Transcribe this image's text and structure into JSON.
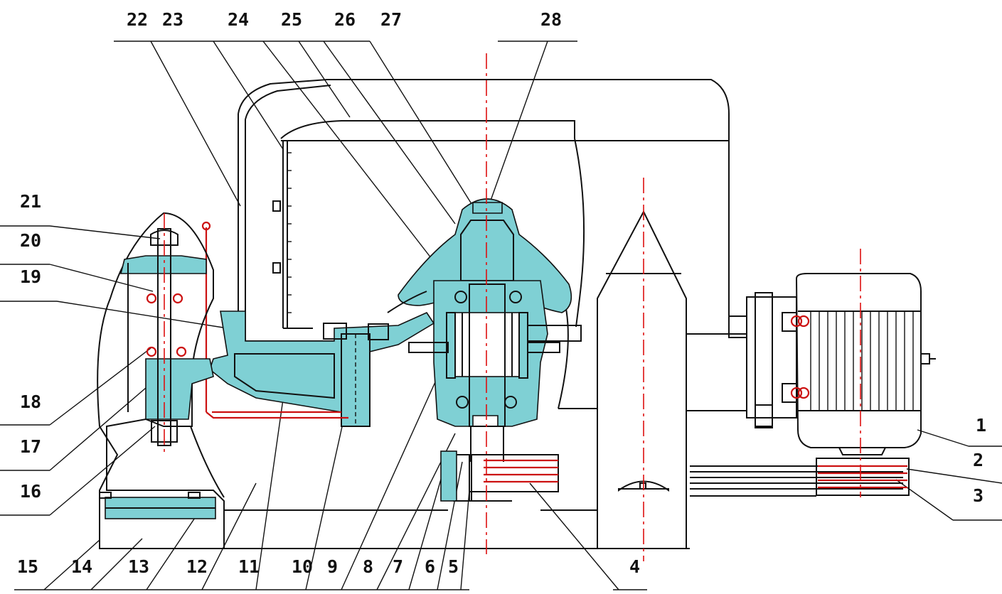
{
  "drawing": {
    "top_labels": [
      "22",
      "23",
      "24",
      "25",
      "26",
      "27",
      "28"
    ],
    "left_labels": [
      "21",
      "20",
      "19",
      "18",
      "17",
      "16"
    ],
    "bottom_labels": [
      "15",
      "14",
      "13",
      "12",
      "11",
      "10",
      "9",
      "8",
      "7",
      "6",
      "5",
      "4"
    ],
    "right_labels": [
      "1",
      "2",
      "3"
    ]
  }
}
